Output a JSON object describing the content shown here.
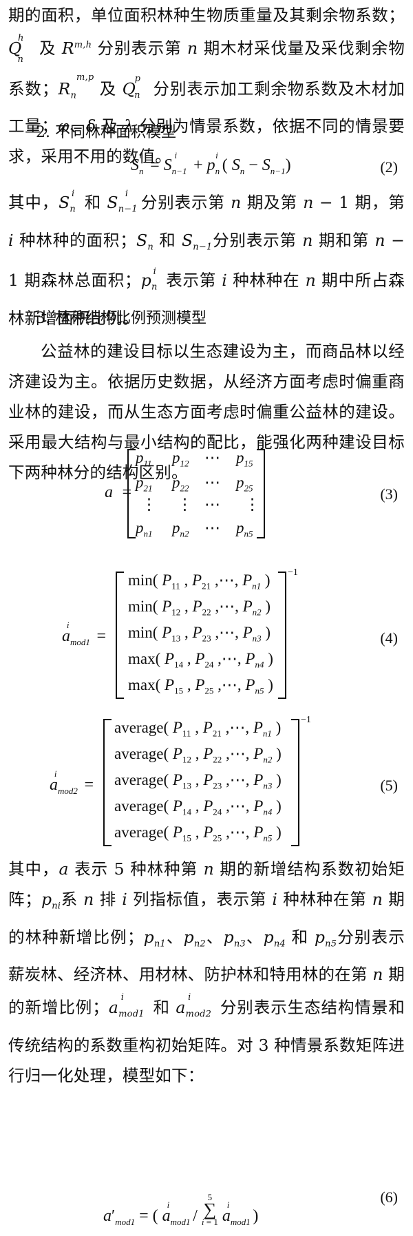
{
  "para1": "期的面积，单位面积林种生物质重量及其剩余物系数；Qnh 及 Rm,h 分别表示第 n 期木材采伐量及采伐剩余物系数；Rnm,p 及 Qnp 分别表示加工剩余物系数及木材加工量；φ、δ 及 λ 分别为情景系数，依据不同的情景要求，采用不用的数值。",
  "heading2": "2. 不同林种面积模型",
  "eq2": "Sni = Sn−1i + pni(Sn − Sn−1)",
  "eq2_num": "(2)",
  "para2": "其中，Sni 和 Sn−1i 分别表示第 n 期及第 n − 1 期，第 i 种林种的面积；Sn 和 Sn−1 分别表示第 n 期和第 n − 1 期森林总面积；pni 表示第 i 种林种在 n 期中所占森林新增面积比例。",
  "heading3": "3. 林种结构比例预测模型",
  "para3": "公益林的建设目标以生态建设为主，而商品林以经济建设为主。依据历史数据，从经济方面考虑时偏重商业林的建设，而从生态方面考虑时偏重公益林的建设。采用最大结构与最小结构的配比，能强化两种建设目标下两种林分的结构区别。",
  "eq3": {
    "lhs": "a",
    "rows": [
      [
        "p11",
        "p12",
        "⋯",
        "p15"
      ],
      [
        "p21",
        "p22",
        "⋯",
        "p25"
      ],
      [
        "⋮",
        "⋮",
        "⋯",
        "⋮"
      ],
      [
        "pn1",
        "pn2",
        "⋯",
        "pn5"
      ]
    ],
    "num": "(3)"
  },
  "eq4": {
    "lhs": "aimod1",
    "rows": [
      "min(P11,P21,⋯,Pn1)",
      "min(P12,P22,⋯,Pn2)",
      "min(P13,P23,⋯,Pn3)",
      "max(P14,P24,⋯,Pn4)",
      "max(P15,P25,⋯,Pn5)"
    ],
    "exponent": "−1",
    "num": "(4)"
  },
  "eq5": {
    "lhs": "aimod2",
    "rows": [
      "average(P11,P21,⋯,Pn1)",
      "average(P12,P22,⋯,Pn2)",
      "average(P13,P23,⋯,Pn3)",
      "average(P14,P24,⋯,Pn4)",
      "average(P15,P25,⋯,Pn5)"
    ],
    "exponent": "−1",
    "num": "(5)"
  },
  "para4": "其中，a 表示 5 种林种第 n 期的新增结构系数初始矩阵；pni系 n 排 i 列指标值，表示第 i 种林种在第 n 期的林种新增比例；pn1、pn2、pn3、pn4 和 pn5分别表示薪炭林、经济林、用材林、防护林和特用林的在第 n 期的新增比例；aimod1 和 aimod2 分别表示生态结构情景和传统结构的系数重构初始矩阵。对 3 种情景系数矩阵进行归一化处理，模型如下：",
  "eq6": "a′mod1 = (aimod1 / ∑i=15 aimod1)",
  "eq6_num": "(6)"
}
